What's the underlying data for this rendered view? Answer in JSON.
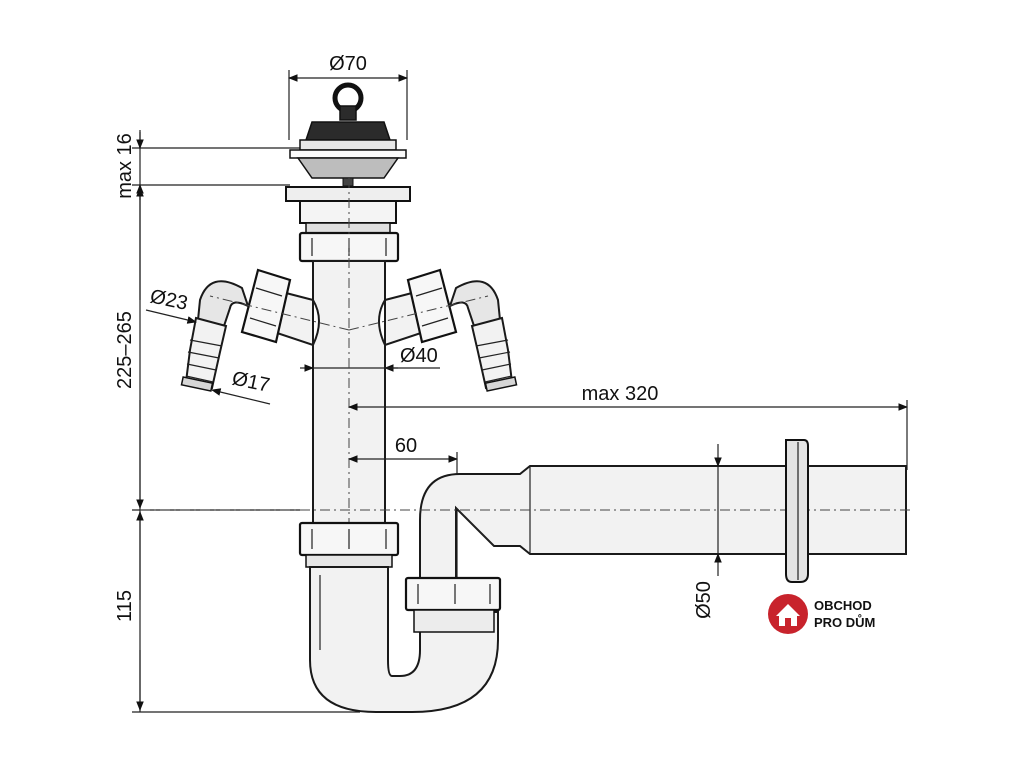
{
  "dimensions": {
    "drain_diameter": "Ø70",
    "max_height": "max 16",
    "trap_height": "225–265",
    "bottom_height": "115",
    "hose_outer": "Ø23",
    "hose_inner": "Ø17",
    "pipe_diameter": "Ø40",
    "max_length": "max 320",
    "offset": "60",
    "outlet_diameter": "Ø50"
  },
  "logo": {
    "line1": "OBCHOD",
    "line2": "PRO DŮM",
    "color": "#c8232c"
  }
}
